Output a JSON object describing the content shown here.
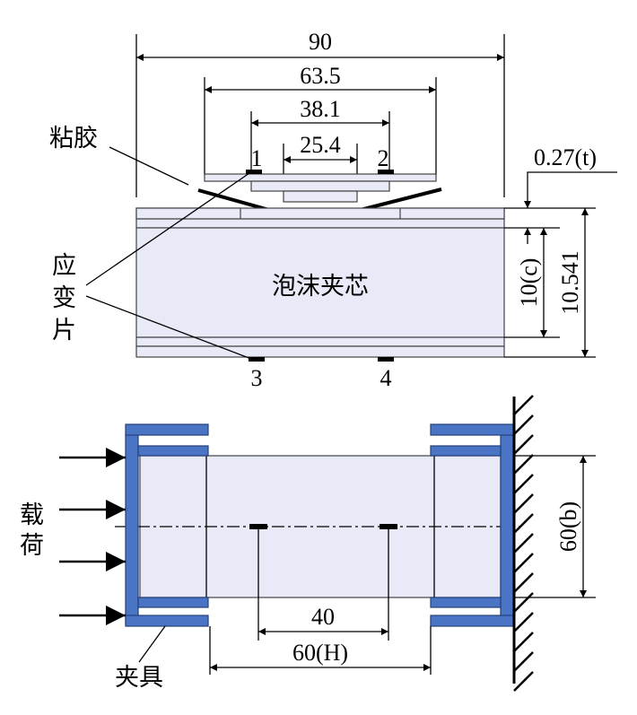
{
  "top_view": {
    "dims": {
      "overall": "90",
      "plate1": "63.5",
      "plate2": "38.1",
      "plate3": "25.4",
      "skin": "0.27(t)",
      "core": "10(c)",
      "total": "10.541"
    },
    "labels": {
      "adhesive": "粘胶",
      "gauge_line1": "应",
      "gauge_line2": "变",
      "gauge_line3": "片",
      "core": "泡沫夹芯"
    },
    "gauges": [
      "1",
      "2",
      "3",
      "4"
    ]
  },
  "bottom_view": {
    "dims": {
      "width": "60(b)",
      "gauge_spacing": "40",
      "length": "60(H)"
    },
    "labels": {
      "load_line1": "载",
      "load_line2": "荷",
      "fixture": "夹具"
    }
  },
  "colors": {
    "clamp": "#4a74c4",
    "panel": "#e8ebf7"
  }
}
